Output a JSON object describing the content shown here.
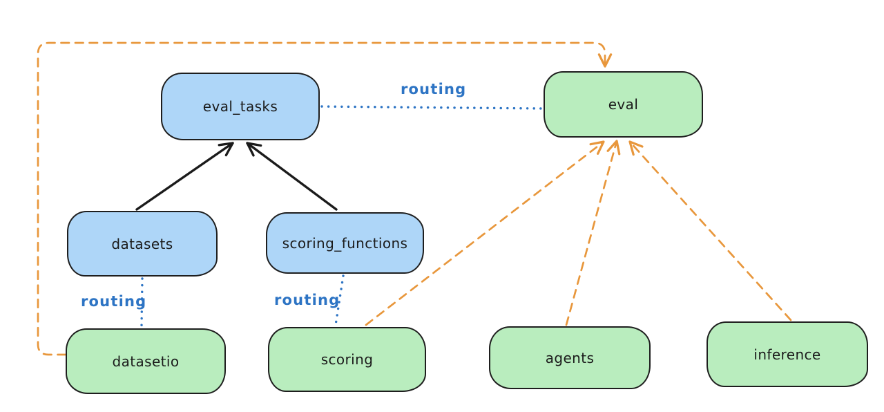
{
  "colors": {
    "background": "#ffffff",
    "node_blue_fill": "#aed6f8",
    "node_green_fill": "#b9edbe",
    "node_border": "#1e1e1e",
    "arrow_black": "#1b1b1b",
    "arrow_orange": "#e8973c",
    "routing_blue": "#2d74c4"
  },
  "nodes": [
    {
      "id": "eval_tasks",
      "label": "eval_tasks",
      "fill": "blue"
    },
    {
      "id": "eval",
      "label": "eval",
      "fill": "green"
    },
    {
      "id": "datasets",
      "label": "datasets",
      "fill": "blue"
    },
    {
      "id": "scoring_functions",
      "label": "scoring_functions",
      "fill": "blue"
    },
    {
      "id": "datasetio",
      "label": "datasetio",
      "fill": "green"
    },
    {
      "id": "scoring",
      "label": "scoring",
      "fill": "green"
    },
    {
      "id": "agents",
      "label": "agents",
      "fill": "green"
    },
    {
      "id": "inference",
      "label": "inference",
      "fill": "green"
    }
  ],
  "edge_labels": [
    {
      "id": "routing-top",
      "text": "routing"
    },
    {
      "id": "routing-left",
      "text": "routing"
    },
    {
      "id": "routing-middle",
      "text": "routing"
    }
  ],
  "edges": [
    {
      "from": "datasets",
      "to": "eval_tasks",
      "style": "solid-black-arrow"
    },
    {
      "from": "scoring_functions",
      "to": "eval_tasks",
      "style": "solid-black-arrow"
    },
    {
      "from": "eval_tasks",
      "to": "eval",
      "style": "dotted-blue",
      "label": "routing"
    },
    {
      "from": "datasets",
      "to": "datasetio",
      "style": "dotted-blue",
      "label": "routing"
    },
    {
      "from": "scoring_functions",
      "to": "scoring",
      "style": "dotted-blue",
      "label": "routing"
    },
    {
      "from": "datasetio",
      "to": "eval",
      "style": "dashed-orange-arrow"
    },
    {
      "from": "scoring",
      "to": "eval",
      "style": "dashed-orange-arrow"
    },
    {
      "from": "agents",
      "to": "eval",
      "style": "dashed-orange-arrow"
    },
    {
      "from": "inference",
      "to": "eval",
      "style": "dashed-orange-arrow"
    }
  ]
}
